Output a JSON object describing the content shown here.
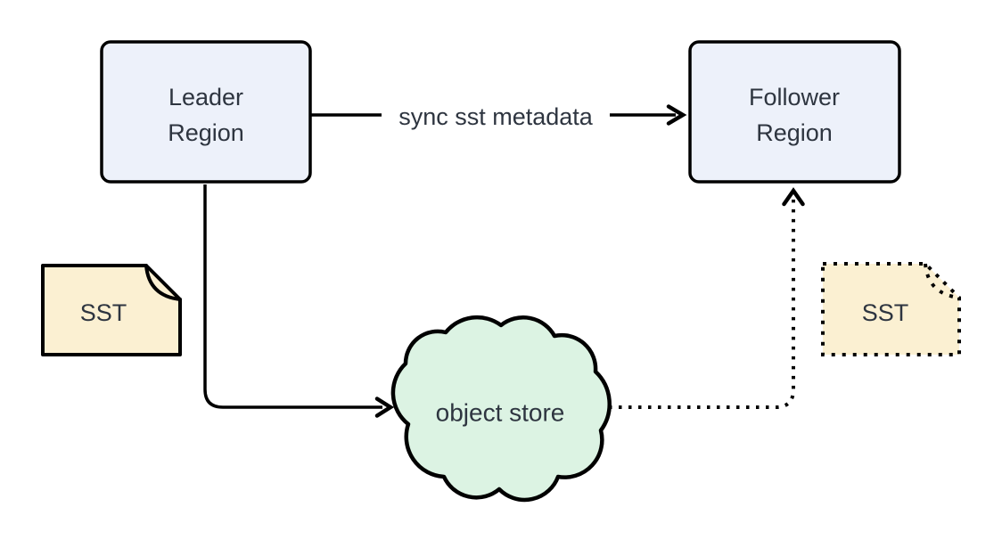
{
  "diagram": {
    "nodes": {
      "leader": {
        "lines": [
          "Leader",
          "Region"
        ]
      },
      "follower": {
        "lines": [
          "Follower",
          "Region"
        ]
      },
      "object_store": {
        "label": "object store"
      },
      "sst_left": {
        "label": "SST"
      },
      "sst_right": {
        "label": "SST"
      }
    },
    "edges": {
      "leader_to_follower": {
        "label": "sync sst metadata",
        "style": "solid-arrow"
      },
      "leader_to_object_store": {
        "style": "solid-elbow-arrow"
      },
      "object_store_to_follower": {
        "style": "dotted-elbow-arrow"
      }
    },
    "colors": {
      "background": "#ffffff",
      "region_fill": "#edf1fa",
      "cloud_fill": "#dcf3e3",
      "sst_fill": "#fbf0d2",
      "stroke": "#000000",
      "text": "#2e3540"
    }
  }
}
